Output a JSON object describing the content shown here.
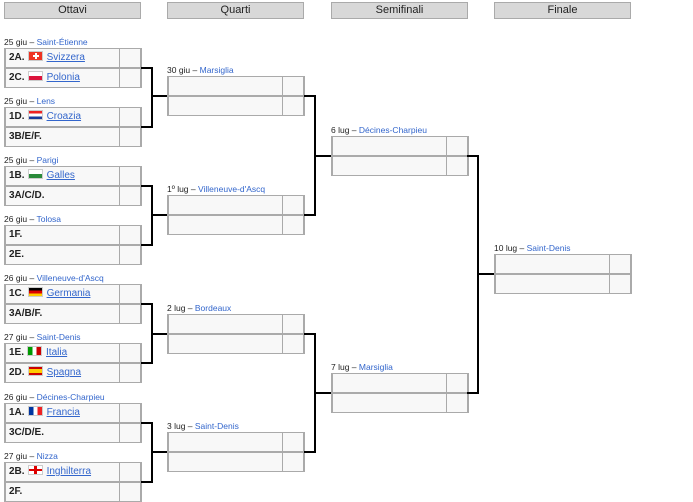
{
  "headers": [
    "Ottavi",
    "Quarti",
    "Semifinali",
    "Finale"
  ],
  "round_of_16": [
    {
      "date": "25 giu",
      "venue": "Saint-Étienne",
      "teams": [
        {
          "seed": "2A.",
          "flag": "switzerland-flag",
          "name": "Svizzera"
        },
        {
          "seed": "2C.",
          "flag": "poland-flag",
          "name": "Polonia"
        }
      ]
    },
    {
      "date": "25 giu",
      "venue": "Lens",
      "teams": [
        {
          "seed": "1D.",
          "flag": "croatia-flag",
          "name": "Croazia"
        },
        {
          "seed": "3B/E/F.",
          "flag": "",
          "name": ""
        }
      ]
    },
    {
      "date": "25 giu",
      "venue": "Parigi",
      "teams": [
        {
          "seed": "1B.",
          "flag": "wales-flag",
          "name": "Galles"
        },
        {
          "seed": "3A/C/D.",
          "flag": "",
          "name": ""
        }
      ]
    },
    {
      "date": "26 giu",
      "venue": "Tolosa",
      "teams": [
        {
          "seed": "1F.",
          "flag": "",
          "name": ""
        },
        {
          "seed": "2E.",
          "flag": "",
          "name": ""
        }
      ]
    },
    {
      "date": "26 giu",
      "venue": "Villeneuve-d'Ascq",
      "teams": [
        {
          "seed": "1C.",
          "flag": "germany-flag",
          "name": "Germania"
        },
        {
          "seed": "3A/B/F.",
          "flag": "",
          "name": ""
        }
      ]
    },
    {
      "date": "27 giu",
      "venue": "Saint-Denis",
      "teams": [
        {
          "seed": "1E.",
          "flag": "italy-flag",
          "name": "Italia"
        },
        {
          "seed": "2D.",
          "flag": "spain-flag",
          "name": "Spagna"
        }
      ]
    },
    {
      "date": "26 giu",
      "venue": "Décines-Charpieu",
      "teams": [
        {
          "seed": "1A.",
          "flag": "france-flag",
          "name": "Francia"
        },
        {
          "seed": "3C/D/E.",
          "flag": "",
          "name": ""
        }
      ]
    },
    {
      "date": "27 giu",
      "venue": "Nizza",
      "teams": [
        {
          "seed": "2B.",
          "flag": "england-flag",
          "name": "Inghilterra"
        },
        {
          "seed": "2F.",
          "flag": "",
          "name": ""
        }
      ]
    }
  ],
  "quarterfinals": [
    {
      "date": "30 giu",
      "venue": "Marsiglia"
    },
    {
      "date": "1º lug",
      "venue": "Villeneuve-d'Ascq"
    },
    {
      "date": "2 lug",
      "venue": "Bordeaux"
    },
    {
      "date": "3 lug",
      "venue": "Saint-Denis"
    }
  ],
  "semifinals": [
    {
      "date": "6 lug",
      "venue": "Décines-Charpieu"
    },
    {
      "date": "7 lug",
      "venue": "Marsiglia"
    }
  ],
  "final": [
    {
      "date": "10 lug",
      "venue": "Saint-Denis"
    }
  ],
  "separator": " – "
}
